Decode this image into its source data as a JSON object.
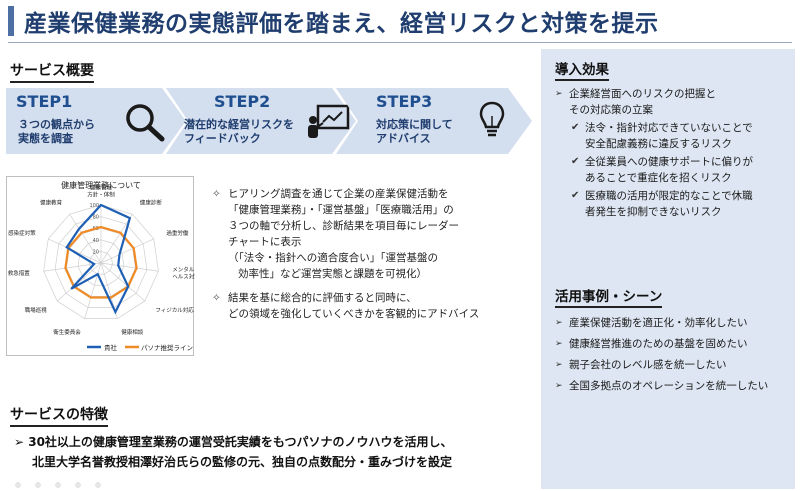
{
  "title": "産業保健業務の実態評価を踏まえ、経営リスクと対策を提示",
  "service_overview": {
    "heading": "サービス概要",
    "steps": [
      {
        "title": "STEP1",
        "lines": [
          "３つの観点から",
          "実態を調査"
        ],
        "icon": "magnifier-icon"
      },
      {
        "title": "STEP2",
        "lines": [
          "潜在的な経営リスクを",
          "フィードバック"
        ],
        "icon": "presenter-board-icon"
      },
      {
        "title": "STEP3",
        "lines": [
          "対応策に関して",
          "アドバイス"
        ],
        "icon": "lightbulb-icon"
      }
    ]
  },
  "radar": {
    "title": "健康管理業務について",
    "ticks": [
      "100",
      "80",
      "60",
      "40",
      "20"
    ],
    "axes": [
      "健康管理\n方針・体制",
      "健康診断",
      "過重労働",
      "メンタル\nヘルス対策",
      "フィジカル対応",
      "健康相談",
      "衛生委員会",
      "職場巡視",
      "救急措置",
      "感染症対策",
      "健康教育"
    ],
    "legend": [
      "貴社",
      "パソナ推奨ライン"
    ],
    "series_colors": {
      "company": "#1f5fb4",
      "recommended": "#f08a24"
    },
    "company_values": [
      100,
      92,
      35,
      30,
      62,
      88,
      20,
      68,
      12,
      65,
      70
    ],
    "recommended_values": [
      62,
      62,
      62,
      62,
      62,
      62,
      62,
      62,
      62,
      62,
      62
    ]
  },
  "description": [
    {
      "lines": [
        "ヒアリング調査を通じて企業の産業保健活動を",
        "「健康管理業務」・「運営基盤」「医療職活用」の",
        "３つの軸で分析し、診断結果を項目毎にレーダー",
        "チャートに表示",
        "（「法令・指針への適合度合い」「運営基盤の",
        "効率性」など運営実態と課題を可視化）"
      ]
    },
    {
      "lines": [
        "結果を基に総合的に評価すると同時に、",
        "どの領域を強化していくべきかを客観的にアドバイス"
      ]
    }
  ],
  "features": {
    "heading": "サービスの特徴",
    "lines": [
      "30社以上の健康管理室業務の運営受託実績をもつパソナのノウハウを活用し、",
      "北里大学名誉教授相澤好治氏らの監修の元、独自の点数配分・重みづけを設定"
    ]
  },
  "introduction_effects": {
    "heading": "導入効果",
    "main": [
      "企業経営面へのリスクの把握と",
      "その対応策の立案"
    ],
    "subs": [
      [
        "法令・指針対応できていないことで",
        "安全配慮義務に違反するリスク"
      ],
      [
        "全従業員への健康サポートに偏りが",
        "あることで重症化を招くリスク"
      ],
      [
        "医療職の活用が限定的なことで休職",
        "者発生を抑制できないリスク"
      ]
    ]
  },
  "use_cases": {
    "heading": "活用事例・シーン",
    "items": [
      "産業保健活動を適正化・効率化したい",
      "健康経営推進のための基盤を固めたい",
      "親子会社のレベル感を統一したい",
      "全国多拠点のオペレーションを統一したい"
    ]
  }
}
